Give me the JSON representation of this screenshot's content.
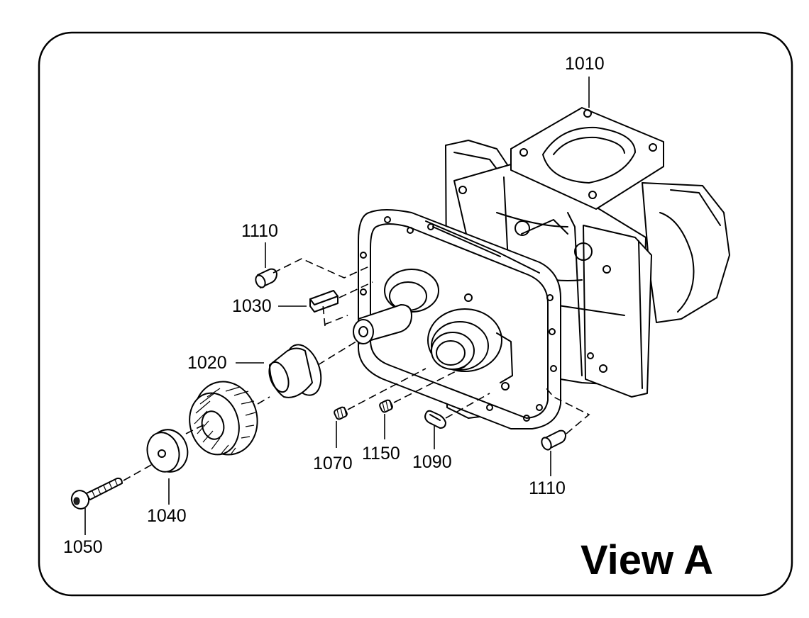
{
  "view_title": "View A",
  "callouts": {
    "c1010": "1010",
    "c1110_top": "1110",
    "c1030": "1030",
    "c1020": "1020",
    "c1040": "1040",
    "c1050": "1050",
    "c1070": "1070",
    "c1150": "1150",
    "c1090": "1090",
    "c1110_bottom": "1110"
  }
}
